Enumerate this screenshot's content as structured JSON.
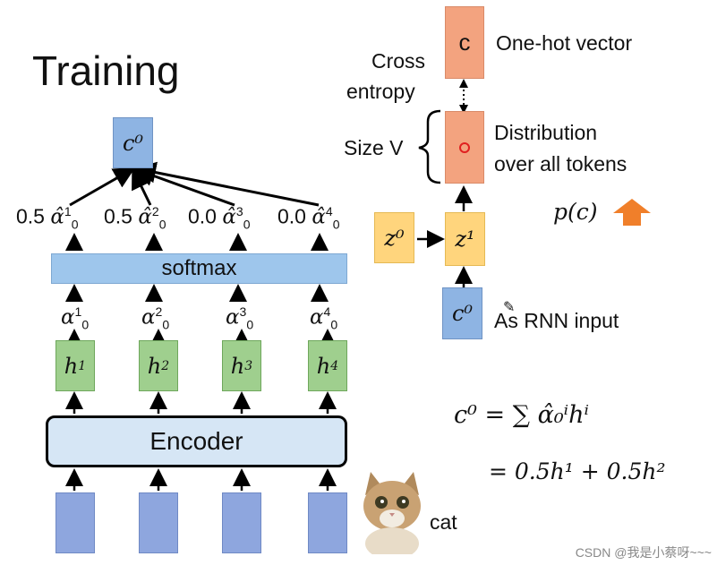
{
  "title": "Training",
  "c0_top": "c⁰",
  "weighted_alphas": [
    {
      "weight": "0.5",
      "sup": "1"
    },
    {
      "weight": "0.5",
      "sup": "2"
    },
    {
      "weight": "0.0",
      "sup": "3"
    },
    {
      "weight": "0.0",
      "sup": "4"
    }
  ],
  "softmax_label": "softmax",
  "alphas": [
    {
      "sup": "1"
    },
    {
      "sup": "2"
    },
    {
      "sup": "3"
    },
    {
      "sup": "4"
    }
  ],
  "hiddens": [
    {
      "sup": "1"
    },
    {
      "sup": "2"
    },
    {
      "sup": "3"
    },
    {
      "sup": "4"
    }
  ],
  "encoder_label": "Encoder",
  "cat_label": "cat",
  "cross_entropy": [
    "Cross",
    "entropy"
  ],
  "onehot_box": "c",
  "onehot_label": "One-hot vector",
  "size_v": "Size V",
  "distribution_label": [
    "Distribution",
    "over all tokens"
  ],
  "pc_label": "p(c)",
  "z0": "z⁰",
  "z1": "z¹",
  "c0_input": "c⁰",
  "rnn_input_label": "As RNN input",
  "formula_line1": "c⁰ = ∑ α̂₀ⁱhⁱ",
  "formula_line2": "= 0.5h¹ + 0.5h²",
  "watermark": "CSDN @我是小蔡呀~~~",
  "colors": {
    "blue_box": "#8eb4e3",
    "green_box": "#9fcf8e",
    "orange_box": "#f3a37f",
    "yellow_box": "#ffd57d",
    "softmax_bar": "#9ec6ec",
    "arrow_up": "#f07f2a"
  }
}
